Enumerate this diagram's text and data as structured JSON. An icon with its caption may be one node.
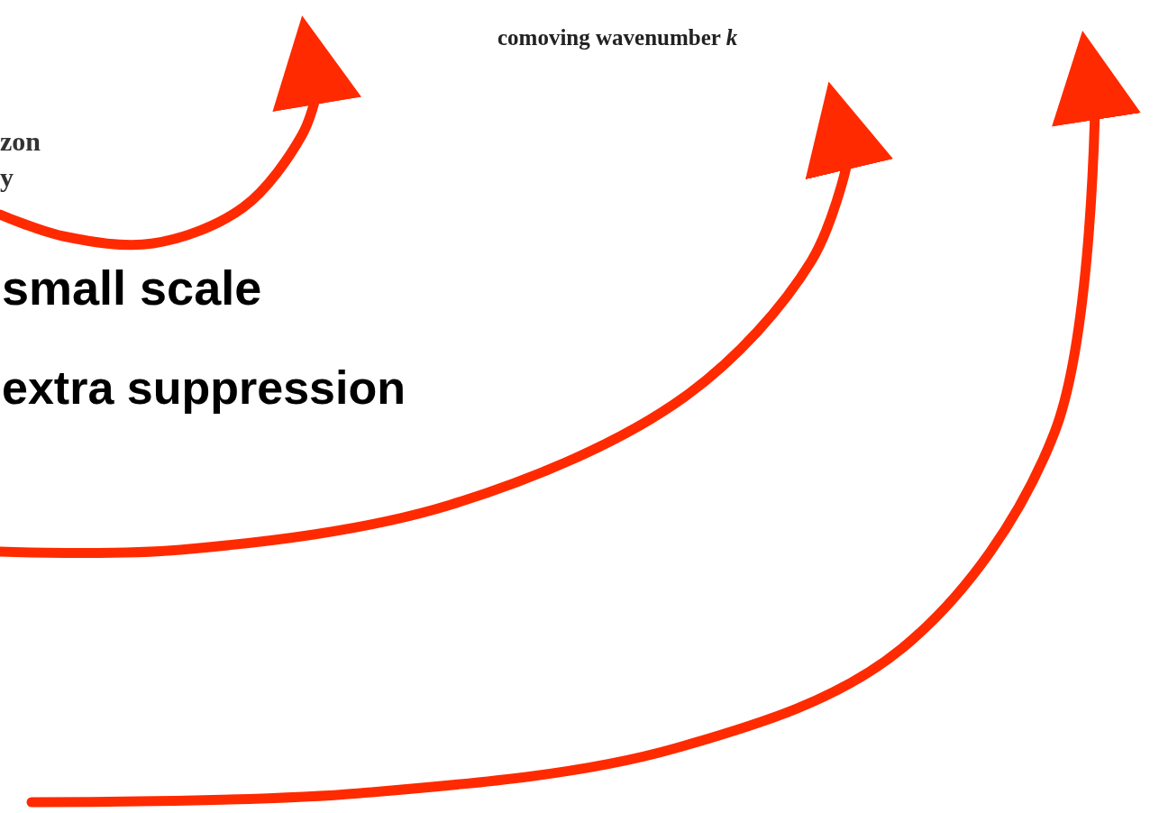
{
  "diagram": {
    "labels": [
      "comoving wavenumber *k*",
      "zon",
      "y",
      "small scale",
      "extra suppression"
    ]
  }
}
